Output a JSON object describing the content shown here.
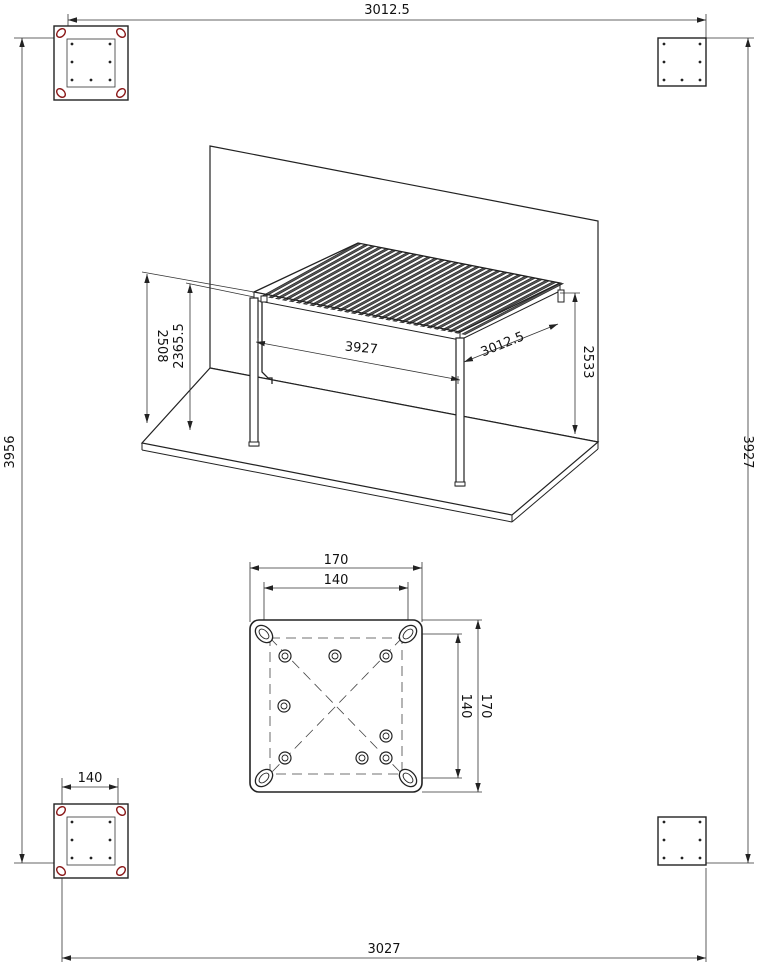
{
  "accent_color": "#8b1a1a",
  "line_color": "#222222",
  "dimensions": {
    "top_width": "3012.5",
    "left_height": "3956",
    "right_height": "3927",
    "bottom_width": "3027",
    "corner_plate_width": "140"
  },
  "pergola": {
    "height_total": "2508",
    "height_clear": "2365.5",
    "length": "3927",
    "depth": "3012.5",
    "height_wall": "2533"
  },
  "base_plate": {
    "outer_width": "170",
    "hole_spacing_width": "140",
    "hole_spacing_height": "140",
    "outer_height": "170"
  }
}
